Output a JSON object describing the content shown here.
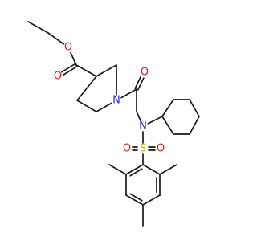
{
  "molecule": {
    "atoms": [
      {
        "id": "ethyl-ch3",
        "symbol": "",
        "color": "#1a1a1a"
      },
      {
        "id": "ethyl-ch2",
        "symbol": "",
        "color": "#1a1a1a"
      },
      {
        "id": "ester-oxygen",
        "symbol": "O",
        "color": "#e01a1a"
      },
      {
        "id": "ester-carbonyl-carbon",
        "symbol": "",
        "color": "#1a1a1a"
      },
      {
        "id": "ester-carbonyl-oxygen",
        "symbol": "O",
        "color": "#e01a1a"
      },
      {
        "id": "piperidine-c4",
        "symbol": "",
        "color": "#1a1a1a"
      },
      {
        "id": "piperidine-c3",
        "symbol": "",
        "color": "#1a1a1a"
      },
      {
        "id": "piperidine-c2",
        "symbol": "",
        "color": "#1a1a1a"
      },
      {
        "id": "piperidine-nitrogen",
        "symbol": "N",
        "color": "#2a2ad8"
      },
      {
        "id": "piperidine-c6",
        "symbol": "",
        "color": "#1a1a1a"
      },
      {
        "id": "piperidine-c5",
        "symbol": "",
        "color": "#1a1a1a"
      },
      {
        "id": "amide-carbonyl-carbon",
        "symbol": "",
        "color": "#1a1a1a"
      },
      {
        "id": "amide-carbonyl-oxygen",
        "symbol": "O",
        "color": "#e01a1a"
      },
      {
        "id": "methylene-carbon",
        "symbol": "",
        "color": "#1a1a1a"
      },
      {
        "id": "sulfonamide-nitrogen",
        "symbol": "N",
        "color": "#2a2ad8"
      },
      {
        "id": "cyclohexyl-c1",
        "symbol": "",
        "color": "#1a1a1a"
      },
      {
        "id": "cyclohexyl-c2",
        "symbol": "",
        "color": "#1a1a1a"
      },
      {
        "id": "cyclohexyl-c3",
        "symbol": "",
        "color": "#1a1a1a"
      },
      {
        "id": "cyclohexyl-c4",
        "symbol": "",
        "color": "#1a1a1a"
      },
      {
        "id": "cyclohexyl-c5",
        "symbol": "",
        "color": "#1a1a1a"
      },
      {
        "id": "cyclohexyl-c6",
        "symbol": "",
        "color": "#1a1a1a"
      },
      {
        "id": "sulfur",
        "symbol": "S",
        "color": "#b8b800"
      },
      {
        "id": "sulfonyl-oxygen-left",
        "symbol": "O",
        "color": "#e01a1a"
      },
      {
        "id": "sulfonyl-oxygen-right",
        "symbol": "O",
        "color": "#e01a1a"
      },
      {
        "id": "aryl-c1",
        "symbol": "",
        "color": "#1a1a1a"
      },
      {
        "id": "aryl-c2",
        "symbol": "",
        "color": "#1a1a1a"
      },
      {
        "id": "aryl-c3",
        "symbol": "",
        "color": "#1a1a1a"
      },
      {
        "id": "aryl-c4",
        "symbol": "",
        "color": "#1a1a1a"
      },
      {
        "id": "aryl-c5",
        "symbol": "",
        "color": "#1a1a1a"
      },
      {
        "id": "aryl-c6",
        "symbol": "",
        "color": "#1a1a1a"
      },
      {
        "id": "methyl-left",
        "symbol": "",
        "color": "#1a1a1a"
      },
      {
        "id": "methyl-right",
        "symbol": "",
        "color": "#1a1a1a"
      },
      {
        "id": "methyl-bottom",
        "symbol": "",
        "color": "#1a1a1a"
      }
    ],
    "bonds": [
      {
        "from": 0,
        "to": 1,
        "order": 1
      },
      {
        "from": 1,
        "to": 2,
        "order": 1
      },
      {
        "from": 2,
        "to": 3,
        "order": 1
      },
      {
        "from": 3,
        "to": 4,
        "order": 2
      },
      {
        "from": 3,
        "to": 5,
        "order": 1
      },
      {
        "from": 5,
        "to": 6,
        "order": 1
      },
      {
        "from": 6,
        "to": 7,
        "order": 1
      },
      {
        "from": 7,
        "to": 8,
        "order": 1
      },
      {
        "from": 8,
        "to": 9,
        "order": 1
      },
      {
        "from": 9,
        "to": 10,
        "order": 1
      },
      {
        "from": 10,
        "to": 5,
        "order": 1
      },
      {
        "from": 8,
        "to": 11,
        "order": 1
      },
      {
        "from": 11,
        "to": 12,
        "order": 2
      },
      {
        "from": 11,
        "to": 13,
        "order": 1
      },
      {
        "from": 13,
        "to": 14,
        "order": 1
      },
      {
        "from": 14,
        "to": 15,
        "order": 1
      },
      {
        "from": 15,
        "to": 16,
        "order": 1
      },
      {
        "from": 16,
        "to": 17,
        "order": 1
      },
      {
        "from": 17,
        "to": 18,
        "order": 1
      },
      {
        "from": 18,
        "to": 19,
        "order": 1
      },
      {
        "from": 19,
        "to": 20,
        "order": 1
      },
      {
        "from": 20,
        "to": 15,
        "order": 1
      },
      {
        "from": 14,
        "to": 21,
        "order": 1
      },
      {
        "from": 21,
        "to": 22,
        "order": 2
      },
      {
        "from": 21,
        "to": 23,
        "order": 2
      },
      {
        "from": 21,
        "to": 24,
        "order": 1
      },
      {
        "from": 24,
        "to": 25,
        "order": 2
      },
      {
        "from": 25,
        "to": 26,
        "order": 1
      },
      {
        "from": 26,
        "to": 27,
        "order": 2
      },
      {
        "from": 27,
        "to": 28,
        "order": 1
      },
      {
        "from": 28,
        "to": 29,
        "order": 2
      },
      {
        "from": 29,
        "to": 24,
        "order": 1
      },
      {
        "from": 25,
        "to": 30,
        "order": 1
      },
      {
        "from": 29,
        "to": 31,
        "order": 1
      },
      {
        "from": 27,
        "to": 32,
        "order": 1
      }
    ]
  }
}
